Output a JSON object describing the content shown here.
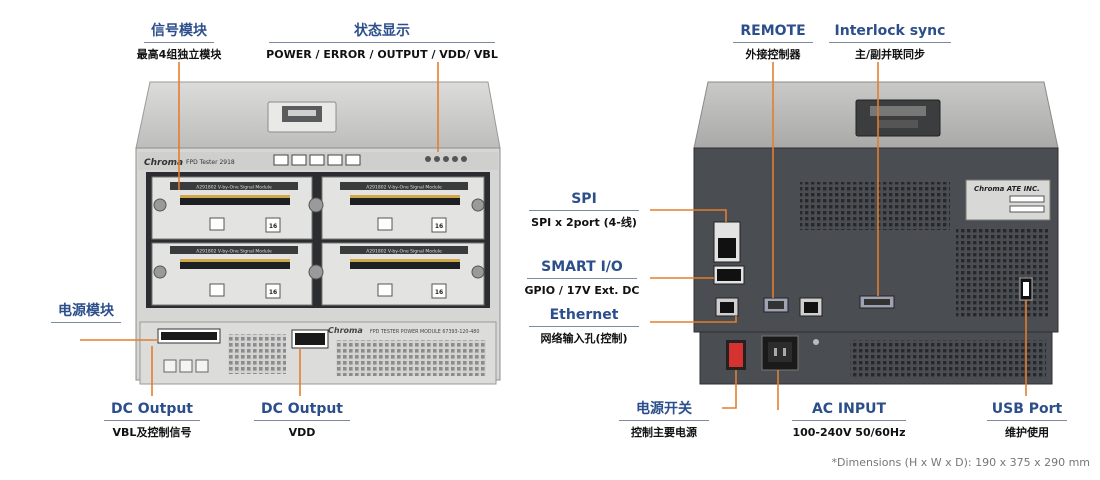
{
  "callouts": {
    "signal_module": {
      "title": "信号模块",
      "subtitle": "最高4组独立模块"
    },
    "status_display": {
      "title": "状态显示",
      "subtitle": "POWER / ERROR / OUTPUT / VDD/ VBL"
    },
    "power_module": {
      "title": "电源模块"
    },
    "dc_output_vbl": {
      "title": "DC Output",
      "subtitle": "VBL及控制信号"
    },
    "dc_output_vdd": {
      "title": "DC Output",
      "subtitle": "VDD"
    },
    "remote": {
      "title": "REMOTE",
      "subtitle": "外接控制器"
    },
    "interlock": {
      "title": "Interlock sync",
      "subtitle": "主/副并联同步"
    },
    "spi": {
      "title": "SPI",
      "subtitle": "SPI x 2port (4-线)"
    },
    "smart_io": {
      "title": "SMART I/O",
      "subtitle": "GPIO / 17V Ext. DC"
    },
    "ethernet": {
      "title": "Ethernet",
      "subtitle": "网络输入孔(控制)"
    },
    "power_switch": {
      "title": "电源开关",
      "subtitle": "控制主要电源"
    },
    "ac_input": {
      "title": "AC INPUT",
      "subtitle": "100-240V 50/60Hz"
    },
    "usb_port": {
      "title": "USB Port",
      "subtitle": "维护使用"
    }
  },
  "device_front": {
    "brand": "Chroma",
    "model_text": "FPD Tester 2918",
    "module_text": "A291802 V-by-One Signal Module",
    "module_badge": "16",
    "power_brand": "Chroma",
    "power_text": "FPD TESTER POWER MODULE 67393-120-480"
  },
  "device_rear": {
    "brand": "Chroma ATE INC."
  },
  "footnote": "*Dimensions (H x W x D): 190 x 375 x 290 mm",
  "colors": {
    "title_blue": "#2c4f8c",
    "leader_orange": "#e27e2e",
    "rear_panel": "#4a4d52",
    "front_panel": "#d6d6d4"
  }
}
